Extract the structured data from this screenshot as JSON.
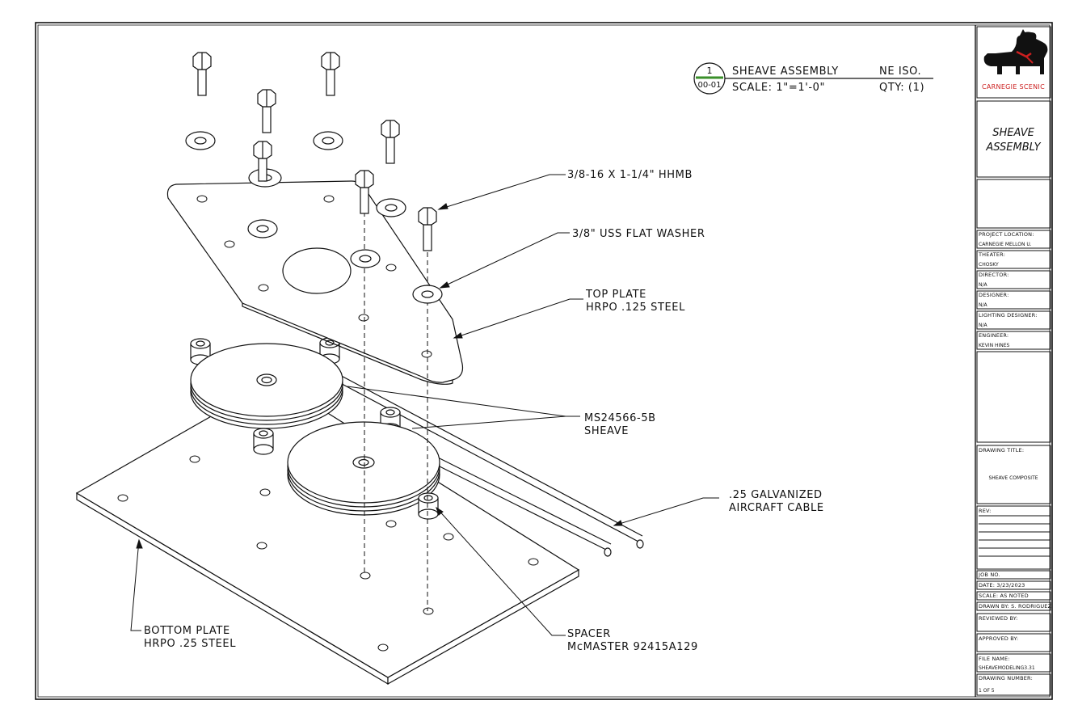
{
  "view_callout": {
    "number": "1",
    "sheet": "00-01",
    "title": "SHEAVE ASSEMBLY",
    "view": "NE ISO.",
    "scale": "SCALE: 1\"=1'-0\"",
    "qty": "QTY: (1)"
  },
  "labels": {
    "bolt": "3/8-16 X 1-1/4\" HHMB",
    "washer": "3/8\" USS FLAT WASHER",
    "top_plate_1": "TOP PLATE",
    "top_plate_2": "HRPO .125 STEEL",
    "sheave_1": "MS24566-5B",
    "sheave_2": "SHEAVE",
    "cable_1": ".25 GALVANIZED",
    "cable_2": "AIRCRAFT CABLE",
    "bottom_plate_1": "BOTTOM PLATE",
    "bottom_plate_2": "HRPO .25 STEEL",
    "spacer_1": "SPACER",
    "spacer_2": "McMASTER 92415A129"
  },
  "title_block": {
    "company": "CARNEGIE SCENIC",
    "title_line_1": "SHEAVE",
    "title_line_2": "ASSEMBLY",
    "project_location_label": "PROJECT LOCATION:",
    "project_location": "CARNEGIE MELLON U.",
    "theater_label": "THEATER:",
    "theater": "CHOSKY",
    "director_label": "DIRECTOR:",
    "director": "N/A",
    "designer_label": "DESIGNER:",
    "designer": "N/A",
    "lighting_designer_label": "LIGHTING DESIGNER:",
    "lighting_designer": "N/A",
    "engineer_label": "ENGINEER:",
    "engineer": "KEVIN HINES",
    "drawing_title_label": "DRAWING TITLE:",
    "drawing_title": "SHEAVE COMPOSITE",
    "rev_label": "REV:",
    "job_no": "JOB NO.",
    "date": "DATE:    3/23/2023",
    "scale": "SCALE:    AS NOTED",
    "drawn_by": "DRAWN BY:   S. RODRIGUEZ",
    "reviewed_by": "REVIEWED BY:",
    "approved_by": "APPROVED BY:",
    "file_name_label": "FILE NAME:",
    "file_name": "SHEAVEMODELING3.31",
    "drawing_number_label": "DRAWING NUMBER:",
    "drawing_number": "1 OF 5"
  },
  "colors": {
    "line": "#111111",
    "accent_red": "#cc1f1f",
    "accent_green": "#3a8f2a"
  }
}
